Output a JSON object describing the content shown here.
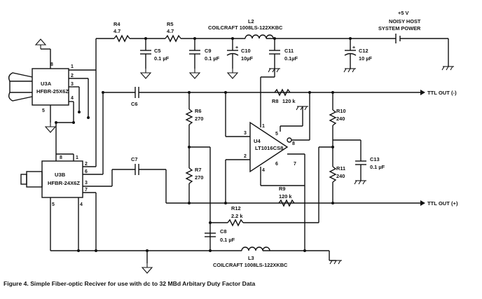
{
  "components": {
    "r4": {
      "ref": "R4",
      "value": "4.7"
    },
    "r5": {
      "ref": "R5",
      "value": "4.7"
    },
    "l2": {
      "label": "L2",
      "part": "COILCRAFT 1008LS-122XKBC"
    },
    "l3": {
      "label": "L3",
      "part": "COILCRAFT 1008LS-122XKBC"
    },
    "c5": {
      "ref": "C5",
      "value": "0.1 µF"
    },
    "c9": {
      "ref": "C9",
      "value": "0.1 µF"
    },
    "c10": {
      "ref": "C10",
      "value": "10µF"
    },
    "c11": {
      "ref": "C11",
      "value": "0.1µF"
    },
    "c12": {
      "ref": "C12",
      "value": "10 µF"
    },
    "c6": {
      "ref": "C6"
    },
    "c7": {
      "ref": "C7"
    },
    "c8": {
      "ref": "C8",
      "value": "0.1 µF"
    },
    "c13": {
      "ref": "C13",
      "value": "0.1 µF"
    },
    "r6": {
      "ref": "R6",
      "value": "270"
    },
    "r7": {
      "ref": "R7",
      "value": "270"
    },
    "r8": {
      "ref": "R8",
      "value": "120 k"
    },
    "r9": {
      "ref": "R9",
      "value": "120 k"
    },
    "r10": {
      "ref": "R10",
      "value": "240"
    },
    "r11": {
      "ref": "R11",
      "value": "240"
    },
    "r12": {
      "ref": "R12",
      "value": "2.2 k"
    },
    "u3a": {
      "ref": "U3A",
      "part": "HFBR-25X6Z"
    },
    "u3b": {
      "ref": "U3B",
      "part": "HFBR-24X6Z"
    },
    "u4": {
      "ref": "U4",
      "part": "LT1016CS8"
    }
  },
  "supply": {
    "voltage": "+5 V",
    "line1": "NOISY HOST",
    "line2": "SYSTEM POWER"
  },
  "outputs": {
    "minus": "TTL OUT (-)",
    "plus": "TTL OUT (+)"
  },
  "pins": {
    "u3a": [
      "8",
      "1",
      "2",
      "3",
      "4",
      "5"
    ],
    "u3b": [
      "8",
      "1",
      "2",
      "6",
      "3",
      "7",
      "5",
      "4"
    ],
    "u4": [
      "1",
      "3",
      "2",
      "5",
      "8",
      "6",
      "7",
      "4"
    ]
  },
  "polarity": {
    "plus": "+"
  },
  "caption": "Figure 4. Simple Fiber-optic Reciver for use with dc to 32 MBd Arbitary Duty Factor Data"
}
